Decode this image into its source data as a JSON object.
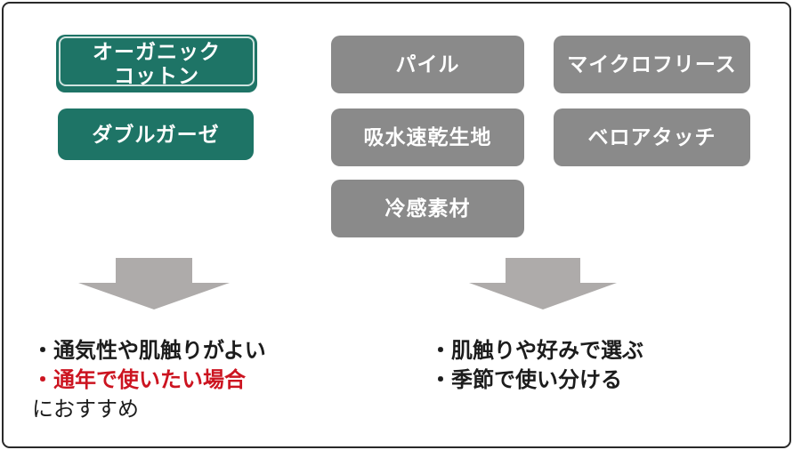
{
  "colors": {
    "teal": "#1e7466",
    "gray": "#8a8a8a",
    "arrow_gray": "#aeabaa",
    "highlight_red": "#cc1420",
    "frame_border": "#2a2a2a"
  },
  "fabric_buttons": {
    "organic_cotton": "オーガニック\nコットン",
    "double_gauze": "ダブルガーゼ",
    "pile": "パイル",
    "absorbent_quick_dry": "吸水速乾生地",
    "cooling_material": "冷感素材",
    "micro_fleece": "マイクロフリース",
    "velour_touch": "ベロアタッチ"
  },
  "icons": {
    "left_arrow": "down-arrow-icon",
    "right_arrow": "down-arrow-icon"
  },
  "notes": {
    "left": {
      "line1": "・通気性や肌触りがよい",
      "line2": "・通年で使いたい場合",
      "line3": "におすすめ"
    },
    "right": {
      "line1": "・肌触りや好みで選ぶ",
      "line2": "・季節で使い分ける"
    }
  }
}
